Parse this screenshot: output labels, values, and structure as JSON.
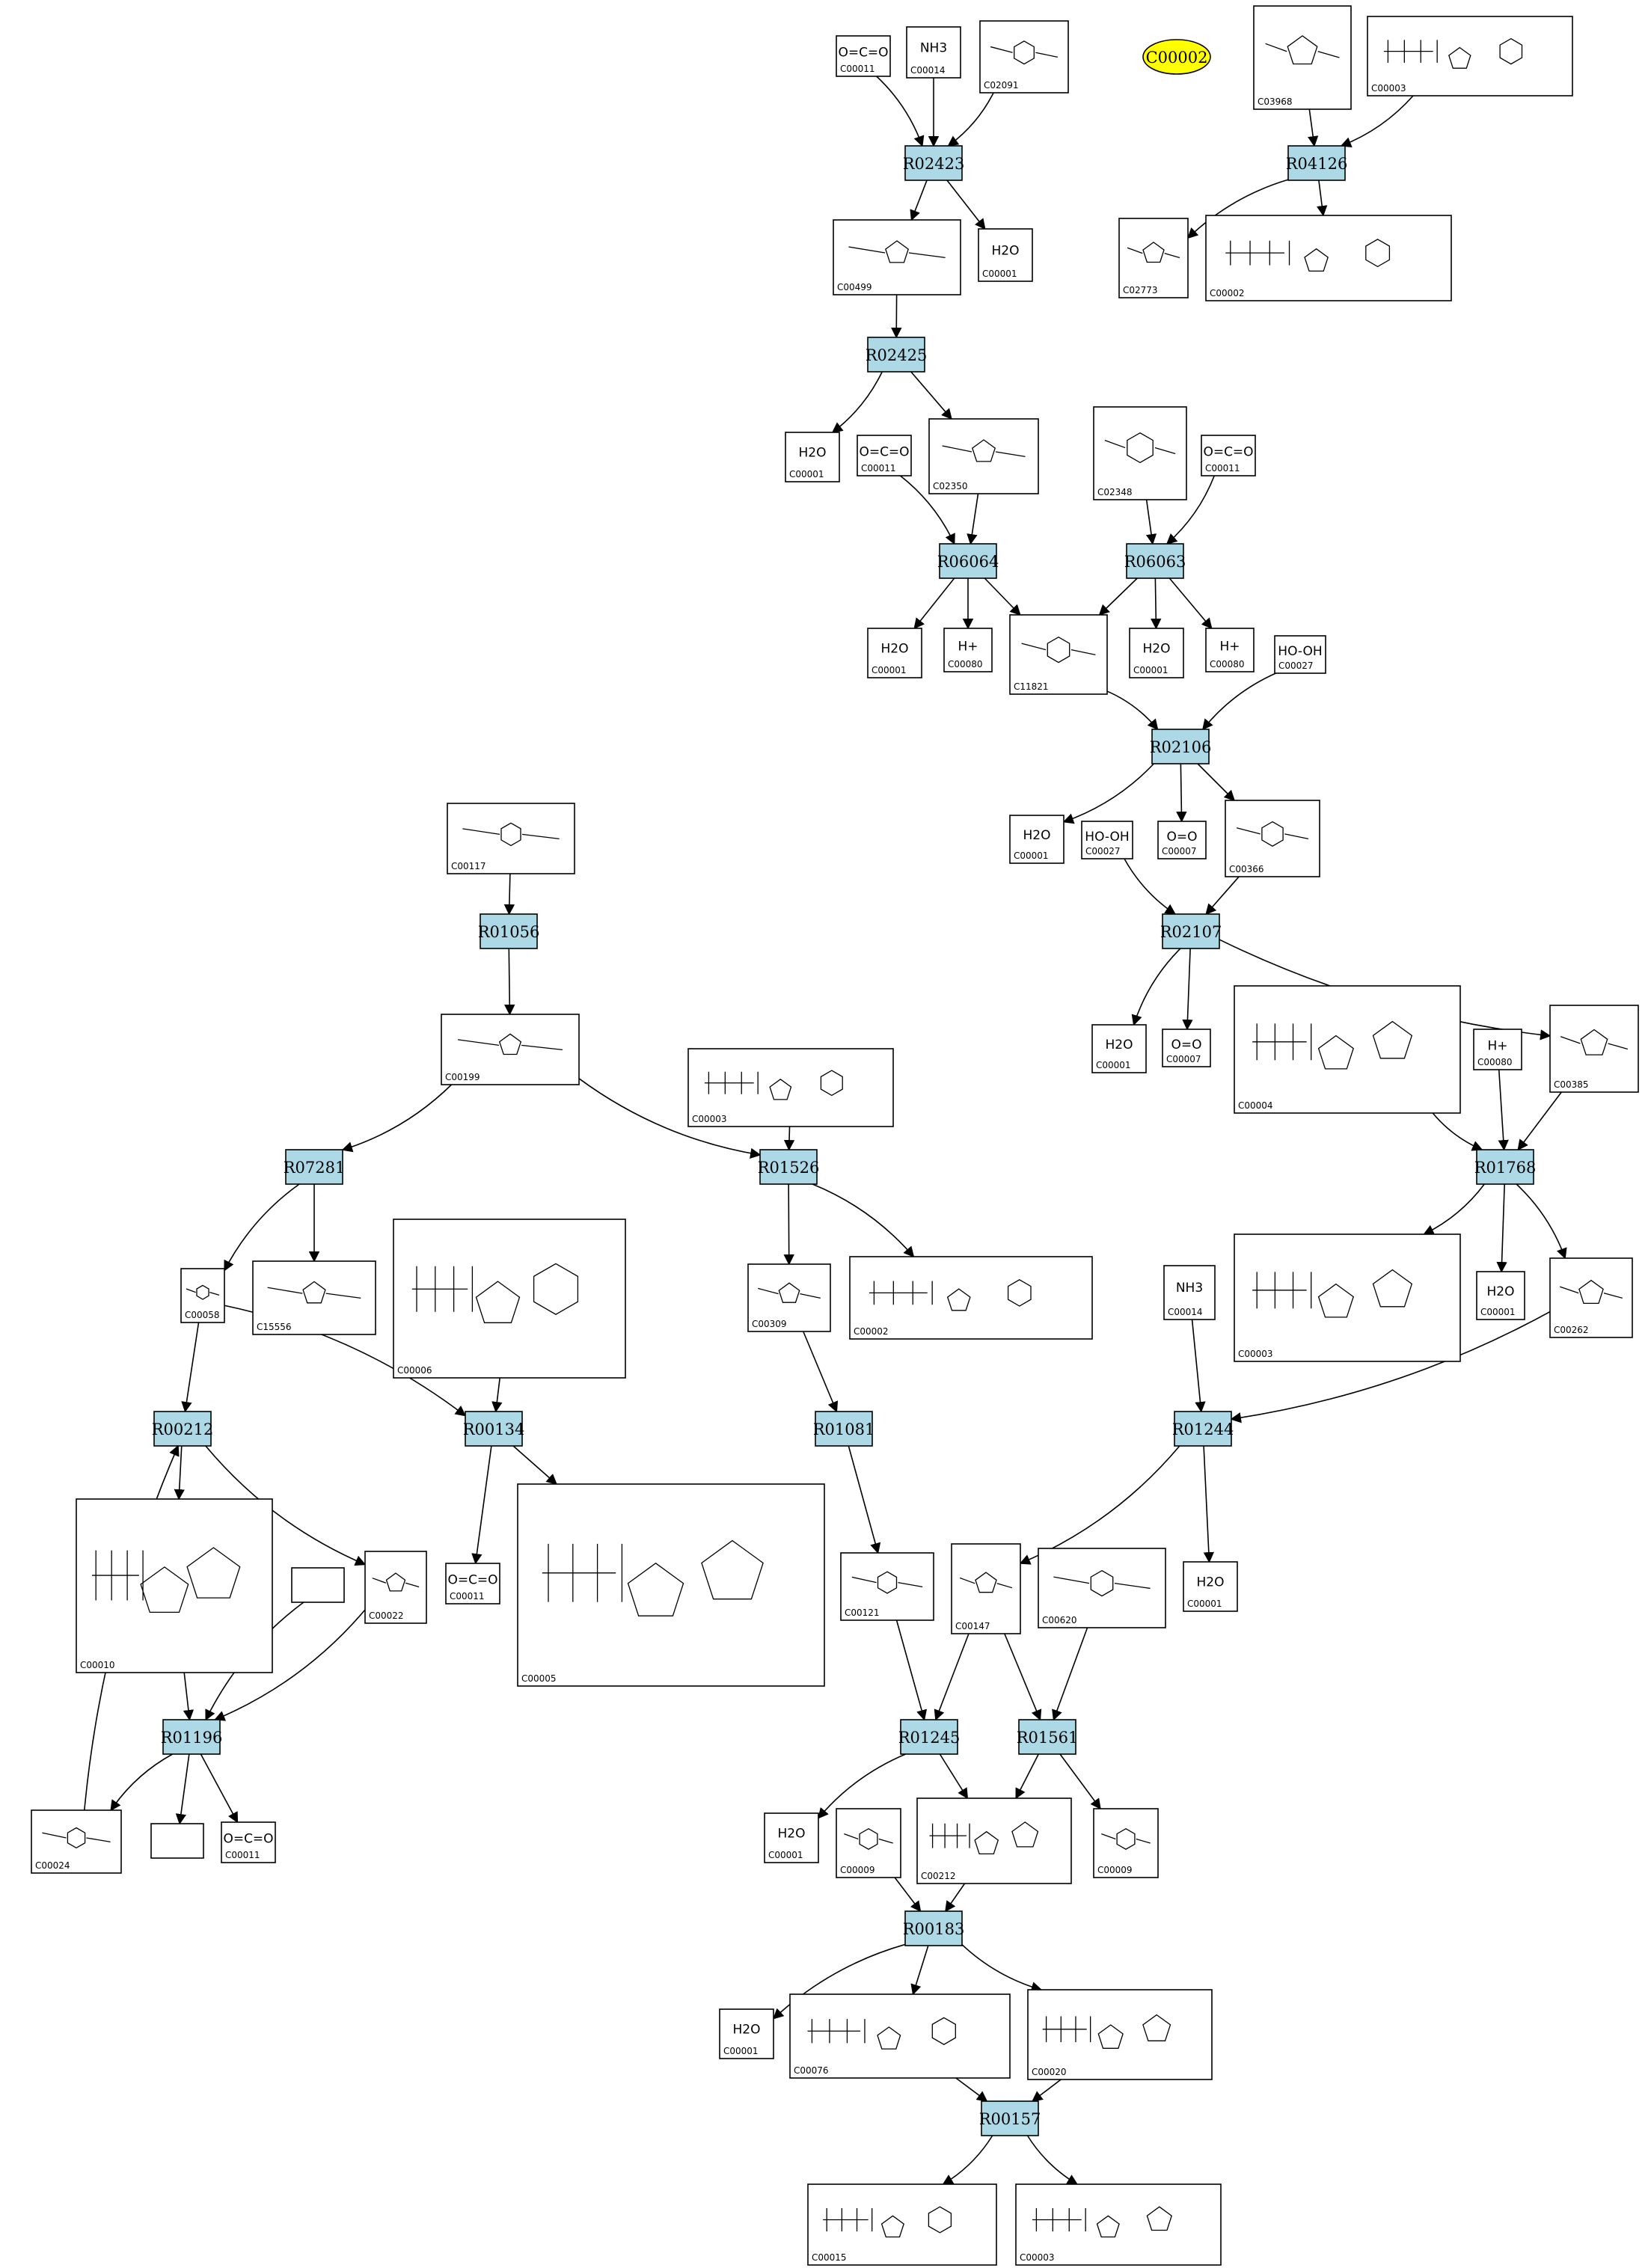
{
  "highlight": {
    "label": "C00002"
  },
  "reactions": [
    {
      "id": "R02423"
    },
    {
      "id": "R04126"
    },
    {
      "id": "R02425"
    },
    {
      "id": "R06064"
    },
    {
      "id": "R06063"
    },
    {
      "id": "R02106"
    },
    {
      "id": "R02107"
    },
    {
      "id": "R01056"
    },
    {
      "id": "R07281"
    },
    {
      "id": "R01526"
    },
    {
      "id": "R01768"
    },
    {
      "id": "R00212"
    },
    {
      "id": "R00134"
    },
    {
      "id": "R01081"
    },
    {
      "id": "R01244"
    },
    {
      "id": "R01196"
    },
    {
      "id": "R01245"
    },
    {
      "id": "R01561"
    },
    {
      "id": "R00183"
    },
    {
      "id": "R00157"
    }
  ],
  "compounds": [
    {
      "id": "C00011",
      "formula": "O=C=O"
    },
    {
      "id": "C00014",
      "formula": "NH3"
    },
    {
      "id": "C02091",
      "formula": ""
    },
    {
      "id": "C03968",
      "formula": ""
    },
    {
      "id": "C00003",
      "formula": ""
    },
    {
      "id": "C00499",
      "formula": ""
    },
    {
      "id": "C00001",
      "formula": "H2O"
    },
    {
      "id": "C02773",
      "formula": ""
    },
    {
      "id": "C00002",
      "formula": ""
    },
    {
      "id": "C00001",
      "formula": "H2O"
    },
    {
      "id": "C00011",
      "formula": "O=C=O"
    },
    {
      "id": "C02350",
      "formula": ""
    },
    {
      "id": "C02348",
      "formula": ""
    },
    {
      "id": "C00011",
      "formula": "O=C=O"
    },
    {
      "id": "C00001",
      "formula": "H2O"
    },
    {
      "id": "C00080",
      "formula": "H+"
    },
    {
      "id": "C11821",
      "formula": ""
    },
    {
      "id": "C00001",
      "formula": "H2O"
    },
    {
      "id": "C00080",
      "formula": "H+"
    },
    {
      "id": "C00027",
      "formula": "HO-OH"
    },
    {
      "id": "C00117",
      "formula": ""
    },
    {
      "id": "C00001",
      "formula": "H2O"
    },
    {
      "id": "C00027",
      "formula": "HO-OH"
    },
    {
      "id": "C00007",
      "formula": "O=O"
    },
    {
      "id": "C00366",
      "formula": ""
    },
    {
      "id": "C00199",
      "formula": ""
    },
    {
      "id": "C00003",
      "formula": ""
    },
    {
      "id": "C00001",
      "formula": "H2O"
    },
    {
      "id": "C00007",
      "formula": "O=O"
    },
    {
      "id": "C00004",
      "formula": ""
    },
    {
      "id": "C00080",
      "formula": "H+"
    },
    {
      "id": "C00385",
      "formula": ""
    },
    {
      "id": "C00058",
      "formula": ""
    },
    {
      "id": "C15556",
      "formula": ""
    },
    {
      "id": "C00006",
      "formula": ""
    },
    {
      "id": "C00309",
      "formula": ""
    },
    {
      "id": "C00002",
      "formula": ""
    },
    {
      "id": "C00003",
      "formula": ""
    },
    {
      "id": "C00001",
      "formula": "H2O"
    },
    {
      "id": "C00262",
      "formula": ""
    },
    {
      "id": "C00014",
      "formula": "NH3"
    },
    {
      "id": "C00010",
      "formula": ""
    },
    {
      "id": "",
      "formula": ""
    },
    {
      "id": "C00022",
      "formula": ""
    },
    {
      "id": "C00011",
      "formula": "O=C=O"
    },
    {
      "id": "C00005",
      "formula": ""
    },
    {
      "id": "C00121",
      "formula": ""
    },
    {
      "id": "C00147",
      "formula": ""
    },
    {
      "id": "C00620",
      "formula": ""
    },
    {
      "id": "C00001",
      "formula": "H2O"
    },
    {
      "id": "C00024",
      "formula": ""
    },
    {
      "id": "",
      "formula": ""
    },
    {
      "id": "C00011",
      "formula": "O=C=O"
    },
    {
      "id": "C00001",
      "formula": "H2O"
    },
    {
      "id": "C00009",
      "formula": ""
    },
    {
      "id": "C00212",
      "formula": ""
    },
    {
      "id": "C00009",
      "formula": ""
    },
    {
      "id": "C00001",
      "formula": "H2O"
    },
    {
      "id": "C00076",
      "formula": ""
    },
    {
      "id": "C00020",
      "formula": ""
    },
    {
      "id": "C00015",
      "formula": ""
    },
    {
      "id": "C00003",
      "formula": ""
    }
  ]
}
